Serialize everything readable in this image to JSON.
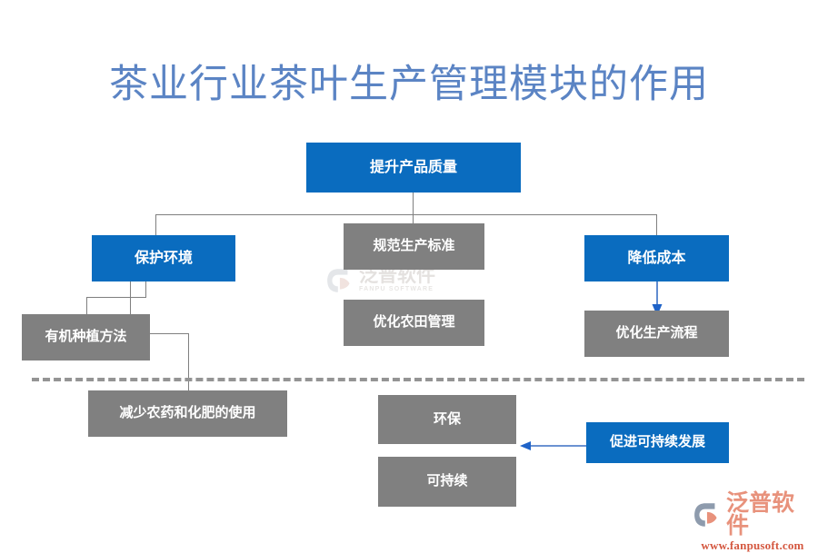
{
  "page": {
    "title": "茶业行业茶叶生产管理模块的作用",
    "title_color": "#5b84c4",
    "background": "#ffffff",
    "accent_blue": "#0a6cbf",
    "node_gray": "#808080",
    "connector_gray": "#7f7f7f",
    "arrow_blue": "#3a6fc4",
    "separator_color": "#949494"
  },
  "diagram": {
    "type": "flowchart",
    "nodes": {
      "root": {
        "label": "提升产品质量",
        "style": "blue",
        "font_size": 16
      },
      "branch_left": {
        "label": "保护环境",
        "style": "blue",
        "font_size": 16
      },
      "branch_mid": {
        "label": "规范生产标准",
        "style": "gray",
        "font_size": 15
      },
      "branch_right": {
        "label": "降低成本",
        "style": "blue",
        "font_size": 16
      },
      "mid_child": {
        "label": "优化农田管理",
        "style": "gray",
        "font_size": 15
      },
      "right_child": {
        "label": "优化生产流程",
        "style": "gray",
        "font_size": 15
      },
      "left_child_a": {
        "label": "有机种植方法",
        "style": "gray",
        "font_size": 15
      },
      "left_child_b": {
        "label": "减少农药和化肥的使用",
        "style": "gray",
        "font_size": 15
      },
      "eco": {
        "label": "环保",
        "style": "gray",
        "font_size": 15
      },
      "sustain": {
        "label": "可持续",
        "style": "gray",
        "font_size": 15
      },
      "promote": {
        "label": "促进可持续发展",
        "style": "blue",
        "font_size": 15
      }
    },
    "edges": [
      {
        "from": "root",
        "to": "branch_left",
        "kind": "elbow",
        "head": "none"
      },
      {
        "from": "root",
        "to": "branch_mid",
        "kind": "straight",
        "head": "none"
      },
      {
        "from": "root",
        "to": "branch_right",
        "kind": "elbow",
        "head": "none"
      },
      {
        "from": "branch_left",
        "to": "left_child_a",
        "kind": "straight",
        "head": "none"
      },
      {
        "from": "branch_left",
        "to": "left_child_a",
        "kind": "elbow",
        "head": "none"
      },
      {
        "from": "left_child_a",
        "to": "left_child_b",
        "kind": "elbow",
        "head": "none"
      },
      {
        "from": "branch_right",
        "to": "right_child",
        "kind": "arrow",
        "head": "down"
      },
      {
        "from": "promote",
        "to": "eco",
        "kind": "arrow",
        "head": "left"
      }
    ]
  },
  "watermark": {
    "brand_cn": "泛普软件",
    "brand_en": "FANPU SOFTWARE"
  },
  "logo": {
    "brand_cn": "泛普软件",
    "url": "www.fanpusoft.com"
  }
}
